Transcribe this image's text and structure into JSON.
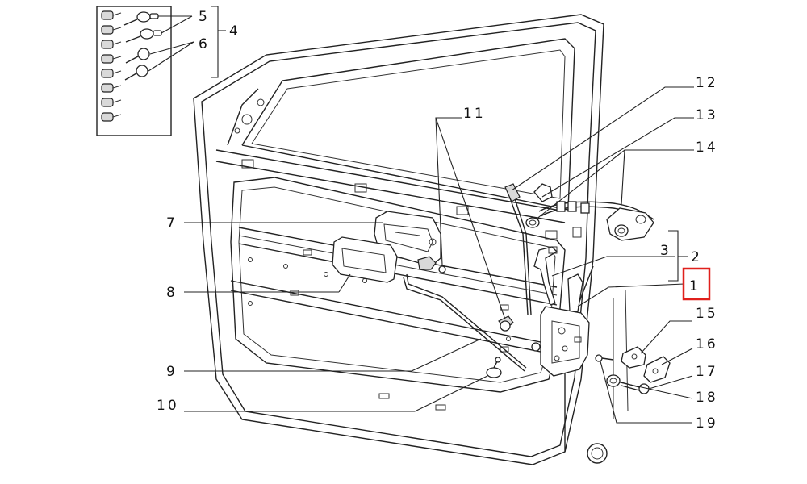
{
  "highlight_color": "#e0201c",
  "callouts": {
    "c1": "1",
    "c2": "2",
    "c3": "3",
    "c4": "4",
    "c5": "5",
    "c6": "6",
    "c7": "7",
    "c8": "8",
    "c9": "9",
    "c10": "10",
    "c11": "11",
    "c12": "12",
    "c13": "13",
    "c14": "14",
    "c15": "15",
    "c16": "16",
    "c17": "17",
    "c18": "18",
    "c19": "19"
  }
}
